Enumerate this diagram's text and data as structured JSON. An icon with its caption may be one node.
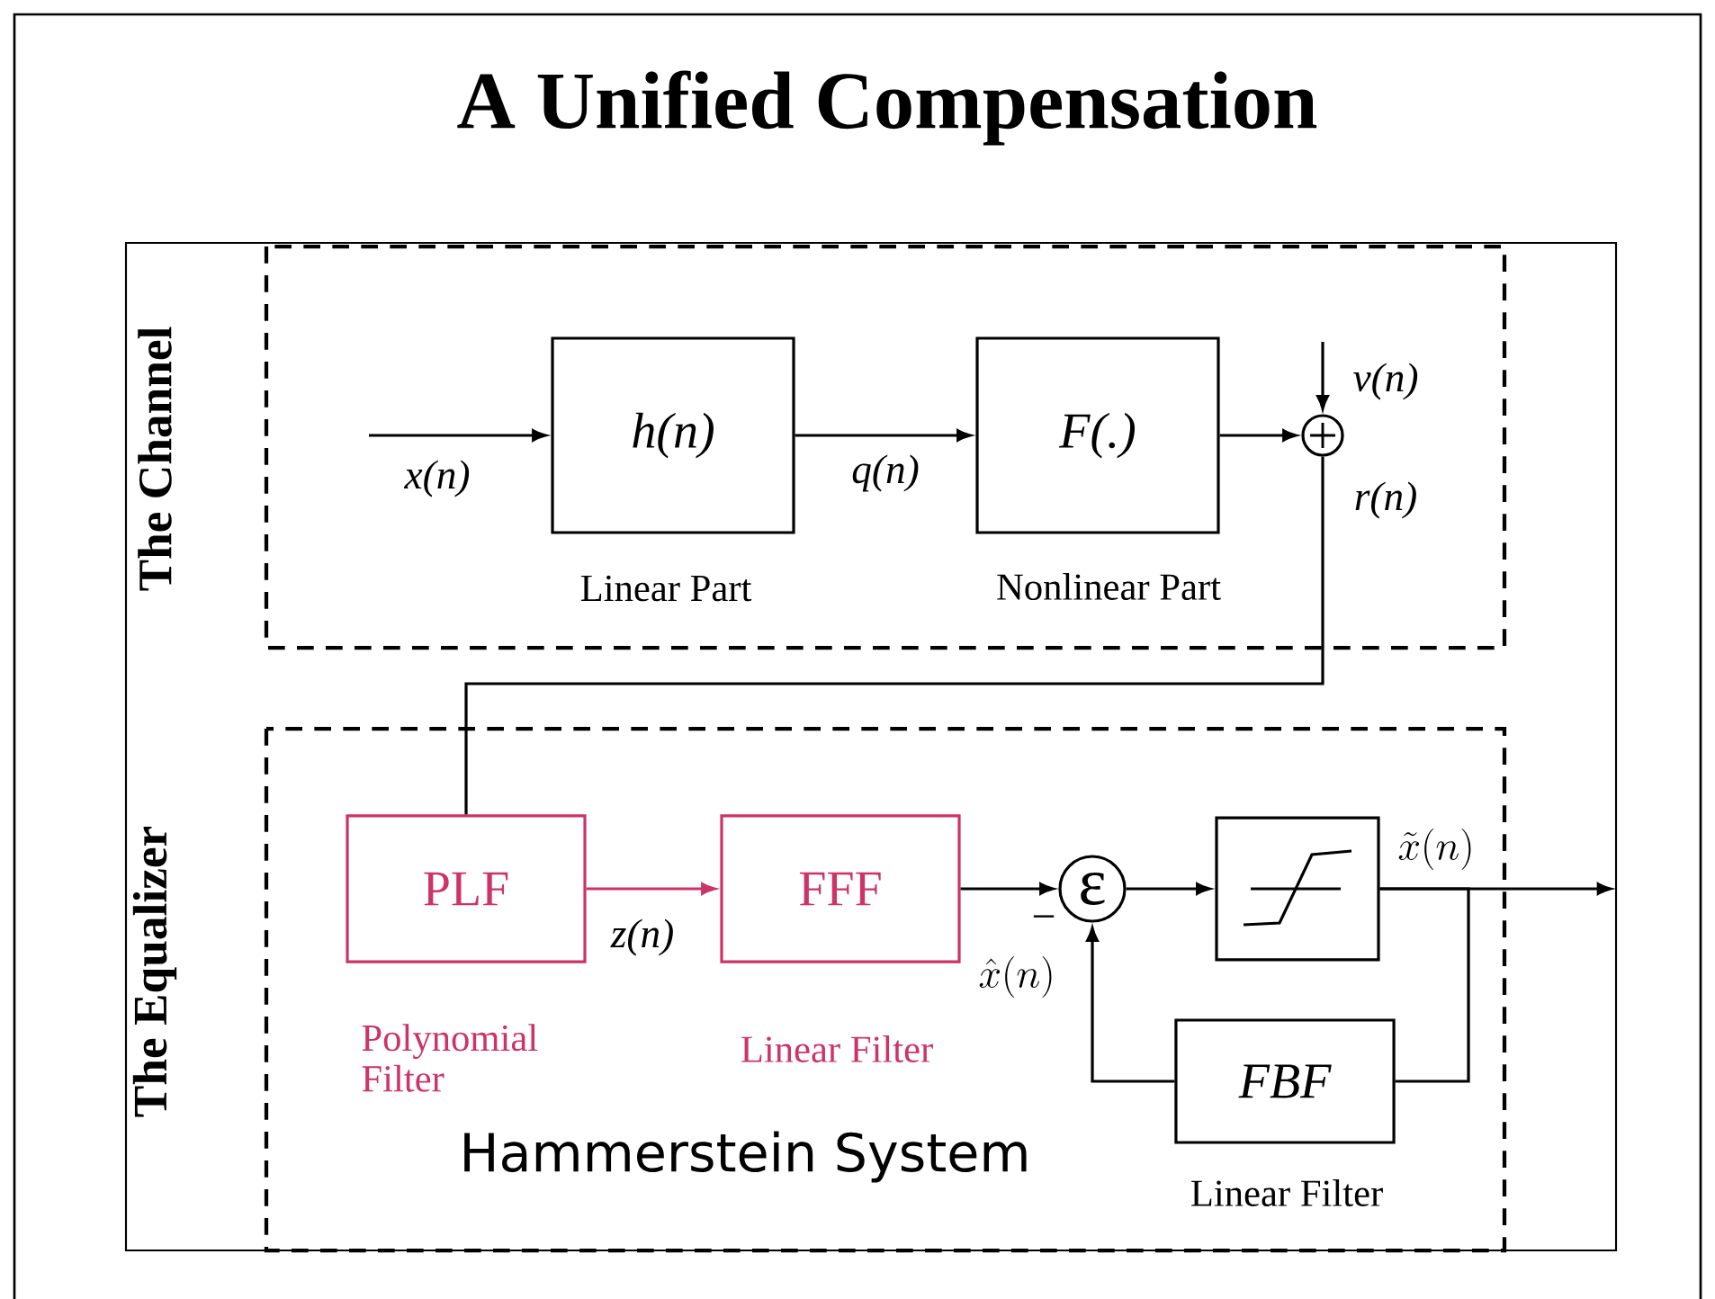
{
  "diagram": {
    "title": "A Unified Compensation",
    "nodes": [
      {
        "text": [
          "The Channel"
        ]
      },
      {
        "text": [
          "The Equalizer"
        ]
      },
      {
        "text": [
          "h(n)"
        ],
        "in": 0,
        "beside": [
          "Linear Part"
        ]
      },
      {
        "text": [
          "F(.)"
        ],
        "in": 0,
        "beside": [
          "Nonlinear Part"
        ]
      },
      {
        "text": [],
        "shape": "circle",
        "in": 0
      },
      {
        "text": [
          "PLF"
        ],
        "in": 1,
        "beside": [
          "Polynomial Filter"
        ]
      },
      {
        "text": [
          "FFF"
        ],
        "in": 1,
        "beside": [
          "Linear Filter"
        ]
      },
      {
        "text": [
          "ε"
        ],
        "in": 1
      },
      {
        "text": [],
        "shape": "box",
        "in": 1
      },
      {
        "text": [
          "FBF"
        ],
        "in": 1,
        "beside": [
          "Linear Filter"
        ]
      }
    ],
    "edges": [
      {
        "from": null,
        "to": 2,
        "arrow": "to",
        "label": "x(n)"
      },
      {
        "from": 2,
        "to": 3,
        "arrow": "to",
        "label": "q(n)"
      },
      {
        "from": 3,
        "to": 4,
        "arrow": "to"
      },
      {
        "from": null,
        "to": 4,
        "arrow": "to",
        "label": "v(n)"
      },
      {
        "from": 4,
        "to": 5,
        "arrow": "none",
        "label": "r(n)"
      },
      {
        "from": 5,
        "to": 6,
        "arrow": "to",
        "label": "z(n)",
        "color": "#cc3366"
      },
      {
        "from": 6,
        "to": 7,
        "arrow": "to",
        "label": "\\hat{x}(n)"
      },
      {
        "from": 7,
        "to": 8,
        "arrow": "to"
      },
      {
        "from": 8,
        "to": null,
        "arrow": "to",
        "label": "\\tilde{x}(n)"
      },
      {
        "from": 8,
        "to": 9,
        "arrow": "none"
      },
      {
        "from": 9,
        "to": 7,
        "arrow": "to"
      }
    ],
    "labels": [
      "−",
      "Hammerstein System"
    ]
  }
}
